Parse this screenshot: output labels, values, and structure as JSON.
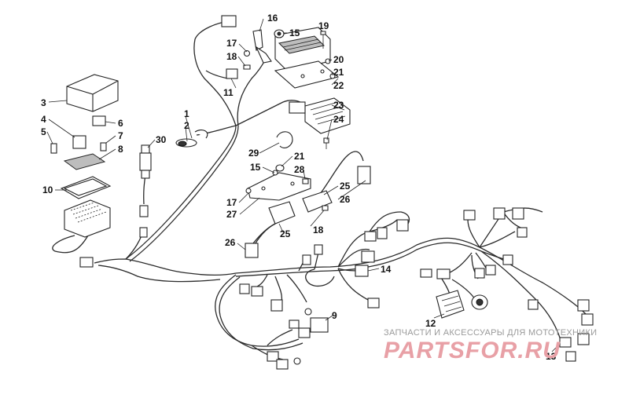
{
  "callouts": [
    {
      "id": "c1",
      "text": "1"
    },
    {
      "id": "c2",
      "text": "2"
    },
    {
      "id": "c3",
      "text": "3"
    },
    {
      "id": "c4",
      "text": "4"
    },
    {
      "id": "c5",
      "text": "5"
    },
    {
      "id": "c6",
      "text": "6"
    },
    {
      "id": "c7",
      "text": "7"
    },
    {
      "id": "c8",
      "text": "8"
    },
    {
      "id": "c9",
      "text": "9"
    },
    {
      "id": "c10",
      "text": "10"
    },
    {
      "id": "c11",
      "text": "11"
    },
    {
      "id": "c12",
      "text": "12"
    },
    {
      "id": "c13",
      "text": "13"
    },
    {
      "id": "c14",
      "text": "14"
    },
    {
      "id": "c15a",
      "text": "15"
    },
    {
      "id": "c15b",
      "text": "15"
    },
    {
      "id": "c16",
      "text": "16"
    },
    {
      "id": "c17a",
      "text": "17"
    },
    {
      "id": "c17b",
      "text": "17"
    },
    {
      "id": "c18a",
      "text": "18"
    },
    {
      "id": "c18b",
      "text": "18"
    },
    {
      "id": "c19",
      "text": "19"
    },
    {
      "id": "c20",
      "text": "20"
    },
    {
      "id": "c21a",
      "text": "21"
    },
    {
      "id": "c21b",
      "text": "21"
    },
    {
      "id": "c22",
      "text": "22"
    },
    {
      "id": "c23",
      "text": "23"
    },
    {
      "id": "c24",
      "text": "24"
    },
    {
      "id": "c25a",
      "text": "25"
    },
    {
      "id": "c25b",
      "text": "25"
    },
    {
      "id": "c26a",
      "text": "26"
    },
    {
      "id": "c26b",
      "text": "26"
    },
    {
      "id": "c27",
      "text": "27"
    },
    {
      "id": "c28",
      "text": "28"
    },
    {
      "id": "c29",
      "text": "29"
    },
    {
      "id": "c30",
      "text": "30"
    }
  ],
  "watermark": {
    "caption": "ЗАПЧАСТИ И АКСЕССУАРЫ ДЛЯ МОТОТЕХНИКИ",
    "logo": "PARTSFOR.RU"
  },
  "colors": {
    "line": "#222222",
    "watermark_logo": "#e8a0a6",
    "watermark_caption": "#9a9a9a"
  }
}
